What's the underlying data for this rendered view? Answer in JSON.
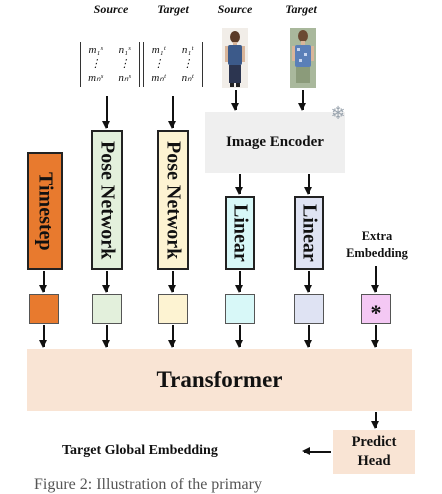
{
  "headers": {
    "pose_source": "Source",
    "pose_target": "Target",
    "image_source": "Source",
    "image_target": "Target"
  },
  "pose_source_matrix": [
    "m₁ˢ",
    "n₁ˢ",
    "⋮",
    "⋮",
    "mₙˢ",
    "nₙˢ"
  ],
  "pose_target_matrix": [
    "m₁ᵗ",
    "n₁ᵗ",
    "⋮",
    "⋮",
    "mₙᵗ",
    "nₙᵗ"
  ],
  "modules": {
    "timestep": "Timestep",
    "pose_network_source": "Pose Network",
    "pose_network_target": "Pose Network",
    "image_encoder": "Image Encoder",
    "linear_source": "Linear",
    "linear_target": "Linear",
    "extra_embedding": "Extra Embedding",
    "transformer": "Transformer",
    "predict_head": "Predict Head",
    "output": "Target Global Embedding"
  },
  "token_symbol": "*",
  "frozen_icon": "snowflake-icon",
  "caption_fragment": "Figure 2: Illustration of the primary",
  "colors": {
    "timestep": "#e87a2e",
    "pose_source": "#e3f0dc",
    "pose_target": "#fdf3d2",
    "image_encoder": "#efefef",
    "linear_source": "#d8f8f8",
    "linear_target": "#dfe3f3",
    "extra_token": "#f4c8f4",
    "transformer": "#f9e4d4",
    "predict_head": "#f9e4d4"
  }
}
